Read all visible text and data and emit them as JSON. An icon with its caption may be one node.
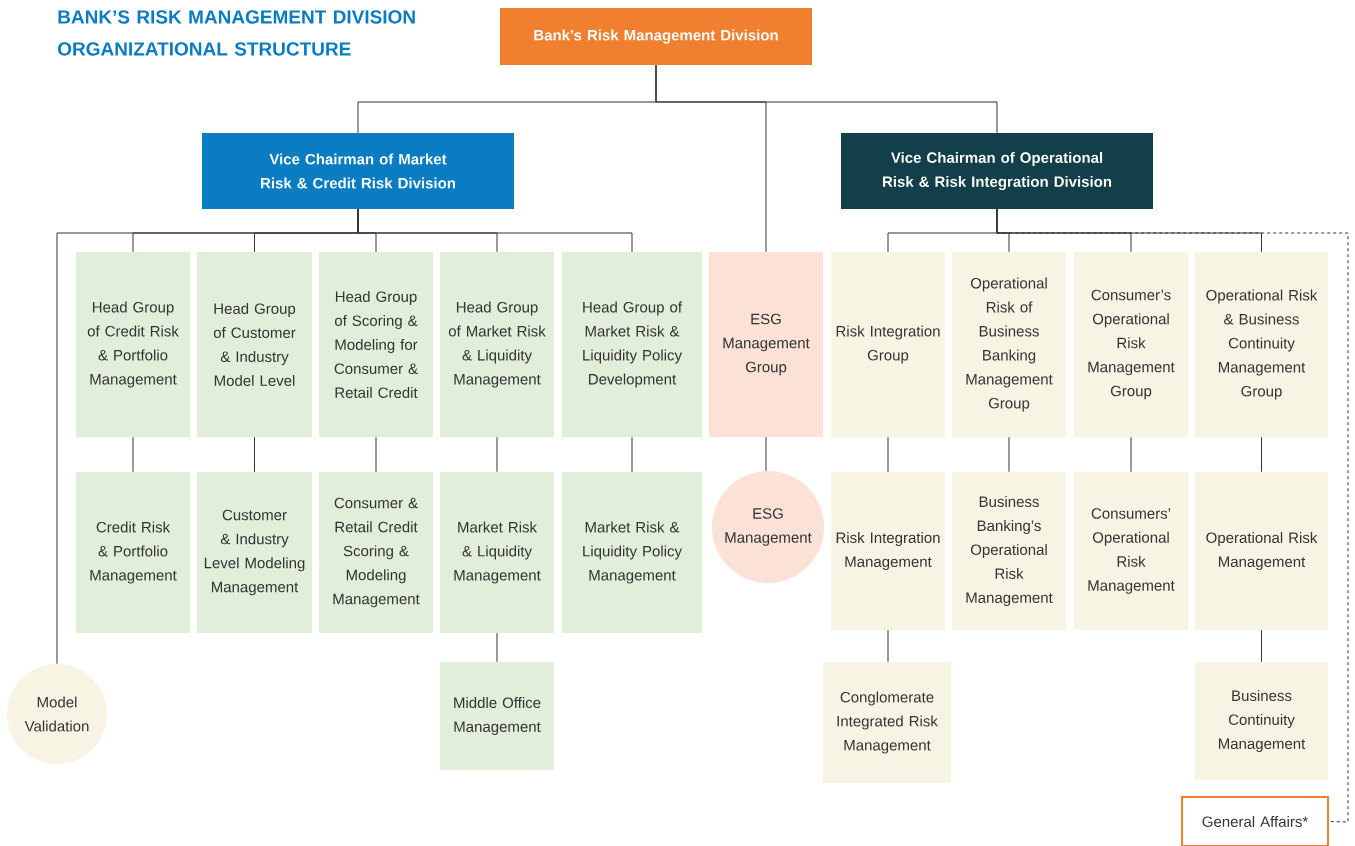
{
  "diagram": {
    "title": "BANK’S RISK MANAGEMENT DIVISION ORGANIZATIONAL STRUCTURE",
    "nodes": [
      {
        "text": [
          "Bank’s Risk Management Division"
        ]
      },
      {
        "text": [
          "Vice Chairman of Market Risk & Credit Risk Division"
        ]
      },
      {
        "text": [
          "Vice Chairman of Operational Risk & Risk Integration Division"
        ]
      },
      {
        "text": [
          "Head Group of Credit Risk & Portfolio Management"
        ]
      },
      {
        "text": [
          "Head Group of Customer & Industry Model Level"
        ]
      },
      {
        "text": [
          "Head Group of Scoring & Modeling for Consumer & Retail Credit"
        ]
      },
      {
        "text": [
          "Head Group of Market Risk & Liquidity Management"
        ]
      },
      {
        "text": [
          "Head Group of Market Risk & Liquidity Policy Development"
        ]
      },
      {
        "text": [
          "ESG Management Group"
        ]
      },
      {
        "text": [
          "Risk Integration Group"
        ]
      },
      {
        "text": [
          "Operational Risk of Business Banking Management Group"
        ]
      },
      {
        "text": [
          "Consumer’s Operational Risk Management Group"
        ]
      },
      {
        "text": [
          "Operational Risk & Business Continuity Management Group"
        ]
      },
      {
        "text": [
          "Credit Risk & Portfolio Management"
        ]
      },
      {
        "text": [
          "Customer & Industry Level Modeling Management"
        ]
      },
      {
        "text": [
          "Consumer & Retail Credit Scoring & Modeling Management"
        ]
      },
      {
        "text": [
          "Market Risk & Liquidity Management"
        ]
      },
      {
        "text": [
          "Market Risk & Liquidity Policy Management"
        ]
      },
      {
        "text": [
          "ESG Management"
        ]
      },
      {
        "text": [
          "Risk Integration Management"
        ]
      },
      {
        "text": [
          "Business Banking’s Operational Risk Management"
        ]
      },
      {
        "text": [
          "Consumers’ Operational Risk Management"
        ]
      },
      {
        "text": [
          "Operational Risk Management"
        ]
      },
      {
        "text": [
          "Middle Office Management"
        ]
      },
      {
        "text": [
          "Conglomerate Integrated Risk Management"
        ]
      },
      {
        "text": [
          "Business Continuity Management"
        ]
      },
      {
        "text": [
          "Model Validation"
        ]
      },
      {
        "text": [
          "General Affairs*"
        ]
      }
    ],
    "edges": [
      {
        "from": 0,
        "to": 1,
        "arrow": "none"
      },
      {
        "from": 0,
        "to": 8,
        "arrow": "none"
      },
      {
        "from": 0,
        "to": 2,
        "arrow": "none"
      },
      {
        "from": 1,
        "to": 26,
        "arrow": "none"
      },
      {
        "from": 1,
        "to": 3,
        "arrow": "none"
      },
      {
        "from": 1,
        "to": 4,
        "arrow": "none"
      },
      {
        "from": 1,
        "to": 5,
        "arrow": "none"
      },
      {
        "from": 1,
        "to": 6,
        "arrow": "none"
      },
      {
        "from": 1,
        "to": 7,
        "arrow": "none"
      },
      {
        "from": 2,
        "to": 9,
        "arrow": "none"
      },
      {
        "from": 2,
        "to": 10,
        "arrow": "none"
      },
      {
        "from": 2,
        "to": 11,
        "arrow": "none"
      },
      {
        "from": 2,
        "to": 12,
        "arrow": "none"
      },
      {
        "from": 2,
        "to": 27,
        "arrow": "none",
        "style": "dashed"
      },
      {
        "from": 3,
        "to": 13,
        "arrow": "none"
      },
      {
        "from": 4,
        "to": 14,
        "arrow": "none"
      },
      {
        "from": 5,
        "to": 15,
        "arrow": "none"
      },
      {
        "from": 6,
        "to": 16,
        "arrow": "none"
      },
      {
        "from": 7,
        "to": 17,
        "arrow": "none"
      },
      {
        "from": 8,
        "to": 18,
        "arrow": "none"
      },
      {
        "from": 9,
        "to": 19,
        "arrow": "none"
      },
      {
        "from": 10,
        "to": 20,
        "arrow": "none"
      },
      {
        "from": 11,
        "to": 21,
        "arrow": "none"
      },
      {
        "from": 12,
        "to": 22,
        "arrow": "none"
      },
      {
        "from": 16,
        "to": 23,
        "arrow": "none"
      },
      {
        "from": 19,
        "to": 24,
        "arrow": "none"
      },
      {
        "from": 22,
        "to": 25,
        "arrow": "none"
      }
    ]
  }
}
